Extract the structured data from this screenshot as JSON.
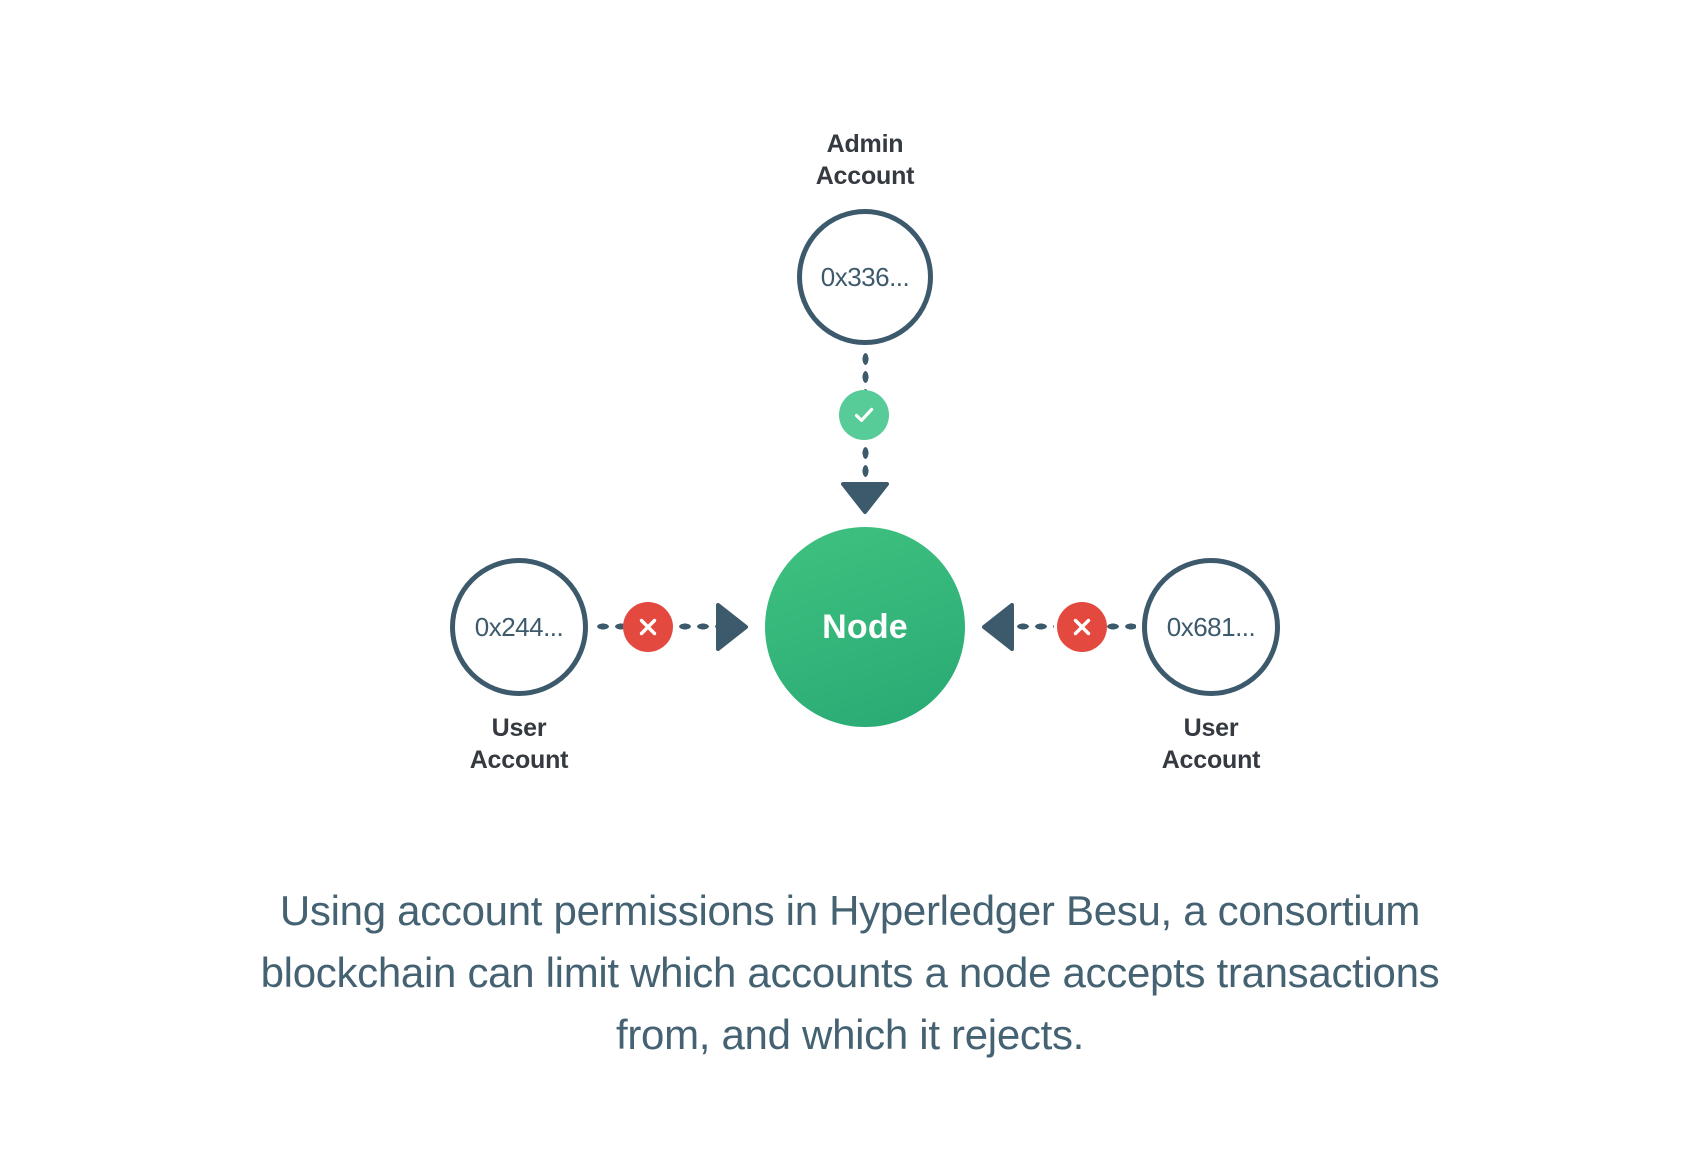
{
  "diagram": {
    "title_role": "account-permissions-diagram",
    "admin": {
      "label": "Admin\nAccount",
      "address": "0x336...",
      "status_icon": "check-icon",
      "status": "allowed",
      "accent": "#57cc99"
    },
    "node": {
      "label": "Node",
      "fill_start": "#3fc27f",
      "fill_end": "#28a973"
    },
    "user_left": {
      "label": "User\nAccount",
      "address": "0x244...",
      "status_icon": "x-icon",
      "status": "rejected",
      "accent": "#e4493f"
    },
    "user_right": {
      "label": "User\nAccount",
      "address": "0x681...",
      "status_icon": "x-icon",
      "status": "rejected",
      "accent": "#e4493f"
    },
    "connector_color": "#3d5a6c",
    "outline_color": "#3d5a6c",
    "label_color": "#343a40"
  },
  "caption": {
    "text": "Using account permissions in Hyperledger Besu, a consortium blockchain can limit which accounts a node accepts transactions from, and which it rejects.",
    "color": "#456273"
  }
}
